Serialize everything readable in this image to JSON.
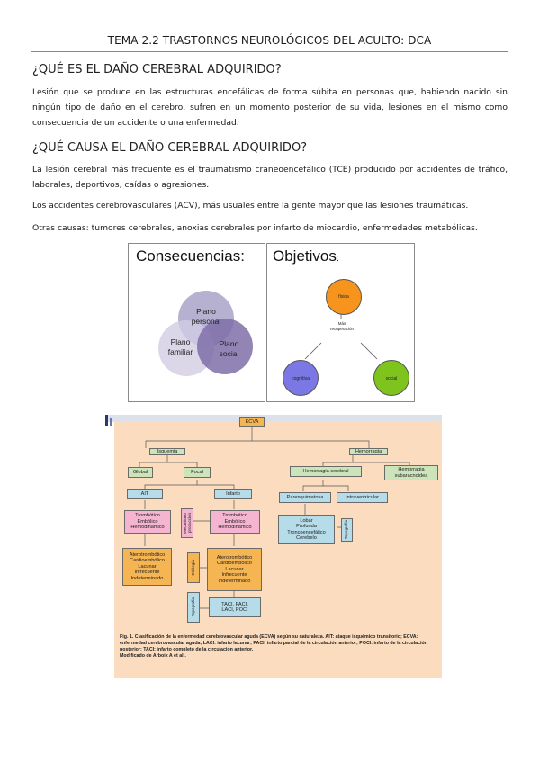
{
  "header": {
    "title": "TEMA 2.2 TRASTORNOS NEUROLÓGICOS DEL ACULTO: DCA"
  },
  "section1": {
    "heading": "¿QUÉ ES EL DAÑO CEREBRAL ADQUIRIDO?",
    "body": "Lesión que se produce en las estructuras encefálicas de forma súbita en personas que, habiendo nacido sin ningún tipo de daño en el cerebro, sufren en un momento posterior de su vida, lesiones en el mismo como consecuencia de un accidente o una enfermedad."
  },
  "section2": {
    "heading": "¿QUÉ CAUSA EL DAÑO CEREBRAL ADQUIRIDO?",
    "p1": "La lesión cerebral más frecuente es el traumatismo craneoencefálico (TCE) producido por accidentes de tráfico, laborales, deportivos, caídas o agresiones.",
    "p2": "Los accidentes cerebrovasculares (ACV), más usuales entre la gente mayor que las lesiones traumáticas.",
    "p3": "Otras causas: tumores cerebrales, anoxias cerebrales por infarto de miocardio, enfermedades metabólicas."
  },
  "consecuencias": {
    "title": "Consecuencias:",
    "personal": "Plano\npersonal",
    "familiar": "Plano\nfamiliar",
    "social": "Plano\nsocial",
    "colors": {
      "personal": "#a9a3c9",
      "familiar": "#d2cde4",
      "social": "#7f6fa8"
    }
  },
  "objetivos": {
    "title": "Objetivos",
    "colon": ":",
    "center": "Más\nrecuperación",
    "fisica": "física",
    "cognitiva": "cognitiva",
    "social": "social",
    "colors": {
      "fisica": "#f7941d",
      "cognitiva": "#7b78e6",
      "social": "#7ec41d"
    }
  },
  "ecva": {
    "root": "ECVA",
    "isquemia": "Isquemia",
    "hemorragia": "Hemorragia",
    "global": "Global",
    "focal": "Focal",
    "ait": "AIT",
    "infarto": "Infarto",
    "hem_cerebral": "Hemorragia cerebral",
    "hem_subaracnoidea": "Hemorragia\nsubaracnoidea",
    "parenquimatosa": "Parenquimatosa",
    "intraventricular": "Intraventricular",
    "tipos_ait": "Trombótico\nEmbólico\nHemodinámico",
    "tipos_inf": "Trombótico\nEmbólico\nHemodinámico",
    "mecanismo": "Mecanismo\nproducción",
    "etiol_ait": "Aterotrombótico\nCardioembólico\nLacunar\nInfrecuente\nIndeterminado",
    "etiol_inf": "Aterotrombótico\nCardioembólico\nLacunar\nInfrecuente\nIndeterminado",
    "etiologia": "Etiología",
    "topo_inf": "TACI, PACI,\nLACI, POCI",
    "topografia": "Topografía",
    "lobar": "Lobar\nProfunda\nTroncoencefálico\nCerebelo",
    "topografia2": "Topografía",
    "caption": "Fig. 1. Clasificación de la enfermedad cerebrovascular aguda (ECVA) según su naturaleza. AIT: ataque isquémico transitorio; ECVA: enfermedad cerebrovascular aguda; LACI: infarto lacunar; PACI: infarto parcial de la circulación anterior; POCI: infarto de la circulación posterior; TACI: infarto completo de la circulación anterior.\nModificado de Arboix A et al¹."
  }
}
